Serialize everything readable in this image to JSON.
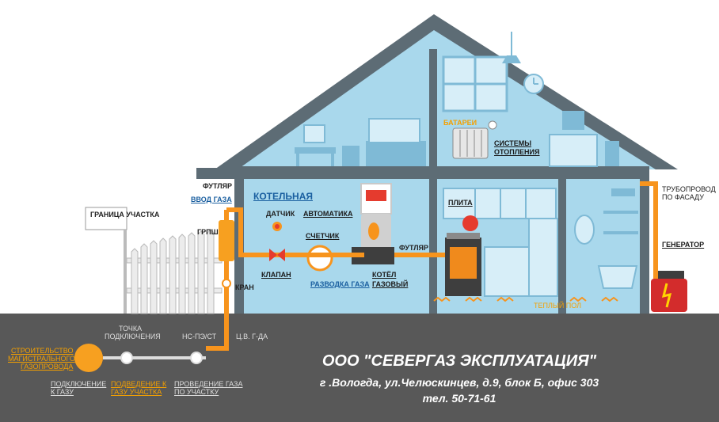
{
  "labels": {
    "granitsa": "ГРАНИЦА УЧАСТКА",
    "futlyar_left": "ФУТЛЯР",
    "vvod_gaza": "ВВОД ГАЗА",
    "grpsh": "ГРПШ",
    "kran": "КРАН",
    "kotelnaya": "КОТЕЛЬНАЯ",
    "datchik": "ДАТЧИК",
    "avtomatika": "АВТОМАТИКА",
    "schetchik": "СЧЕТЧИК",
    "klapan": "КЛАПАН",
    "razvodka": "РАЗВОДКА ГАЗА",
    "kotel_1": "КОТЁЛ",
    "kotel_2": "ГАЗОВЫЙ",
    "futlyar_right": "ФУТЛЯР",
    "plita": "ПЛИТА",
    "batarei": "БАТАРЕИ",
    "sistemy_1": "СИСТЕМЫ",
    "sistemy_2": "ОТОПЛЕНИЯ",
    "teply_pol": "ТЕПЛЫЙ ПОЛ",
    "truboprovod_1": "ТРУБОПРОВОД",
    "truboprovod_2": "ПО ФАСАДУ",
    "generator": "ГЕНЕРАТОР",
    "tochka_1": "ТОЧКА",
    "tochka_2": "ПОДКЛЮЧЕНИЯ",
    "ns": "НС-ПЭ/СТ",
    "cv": "Ц.В. Г-ДА",
    "stroit_1": "СТРОИТЕЛЬСТВО",
    "stroit_2": "МАГИСТРАЛЬНОГО",
    "stroit_3": "ГАЗОПРОВОДА",
    "podkl_1": "ПОДКЛЮЧЕНИЕ",
    "podkl_2": "К ГАЗУ",
    "podved_1": "ПОДВЕДЕНИЕ К",
    "podved_2": "ГАЗУ УЧАСТКА",
    "proved_1": "ПРОВЕДЕНИЕ ГАЗА",
    "proved_2": "ПО УЧАСТКУ"
  },
  "company": {
    "name": "ООО \"СЕВЕРГАЗ ЭКСПЛУАТАЦИЯ\"",
    "address": "г .Вологда, ул.Челюскинцев, д.9, блок Б, офис 303",
    "phone": "тел. 50-71-61"
  },
  "colors": {
    "pipe": "#f7941d",
    "wall_light": "#a6d6ec",
    "roof_dark": "#5f6f79",
    "ground": "#555555",
    "text_blue": "#1a5fa0"
  }
}
